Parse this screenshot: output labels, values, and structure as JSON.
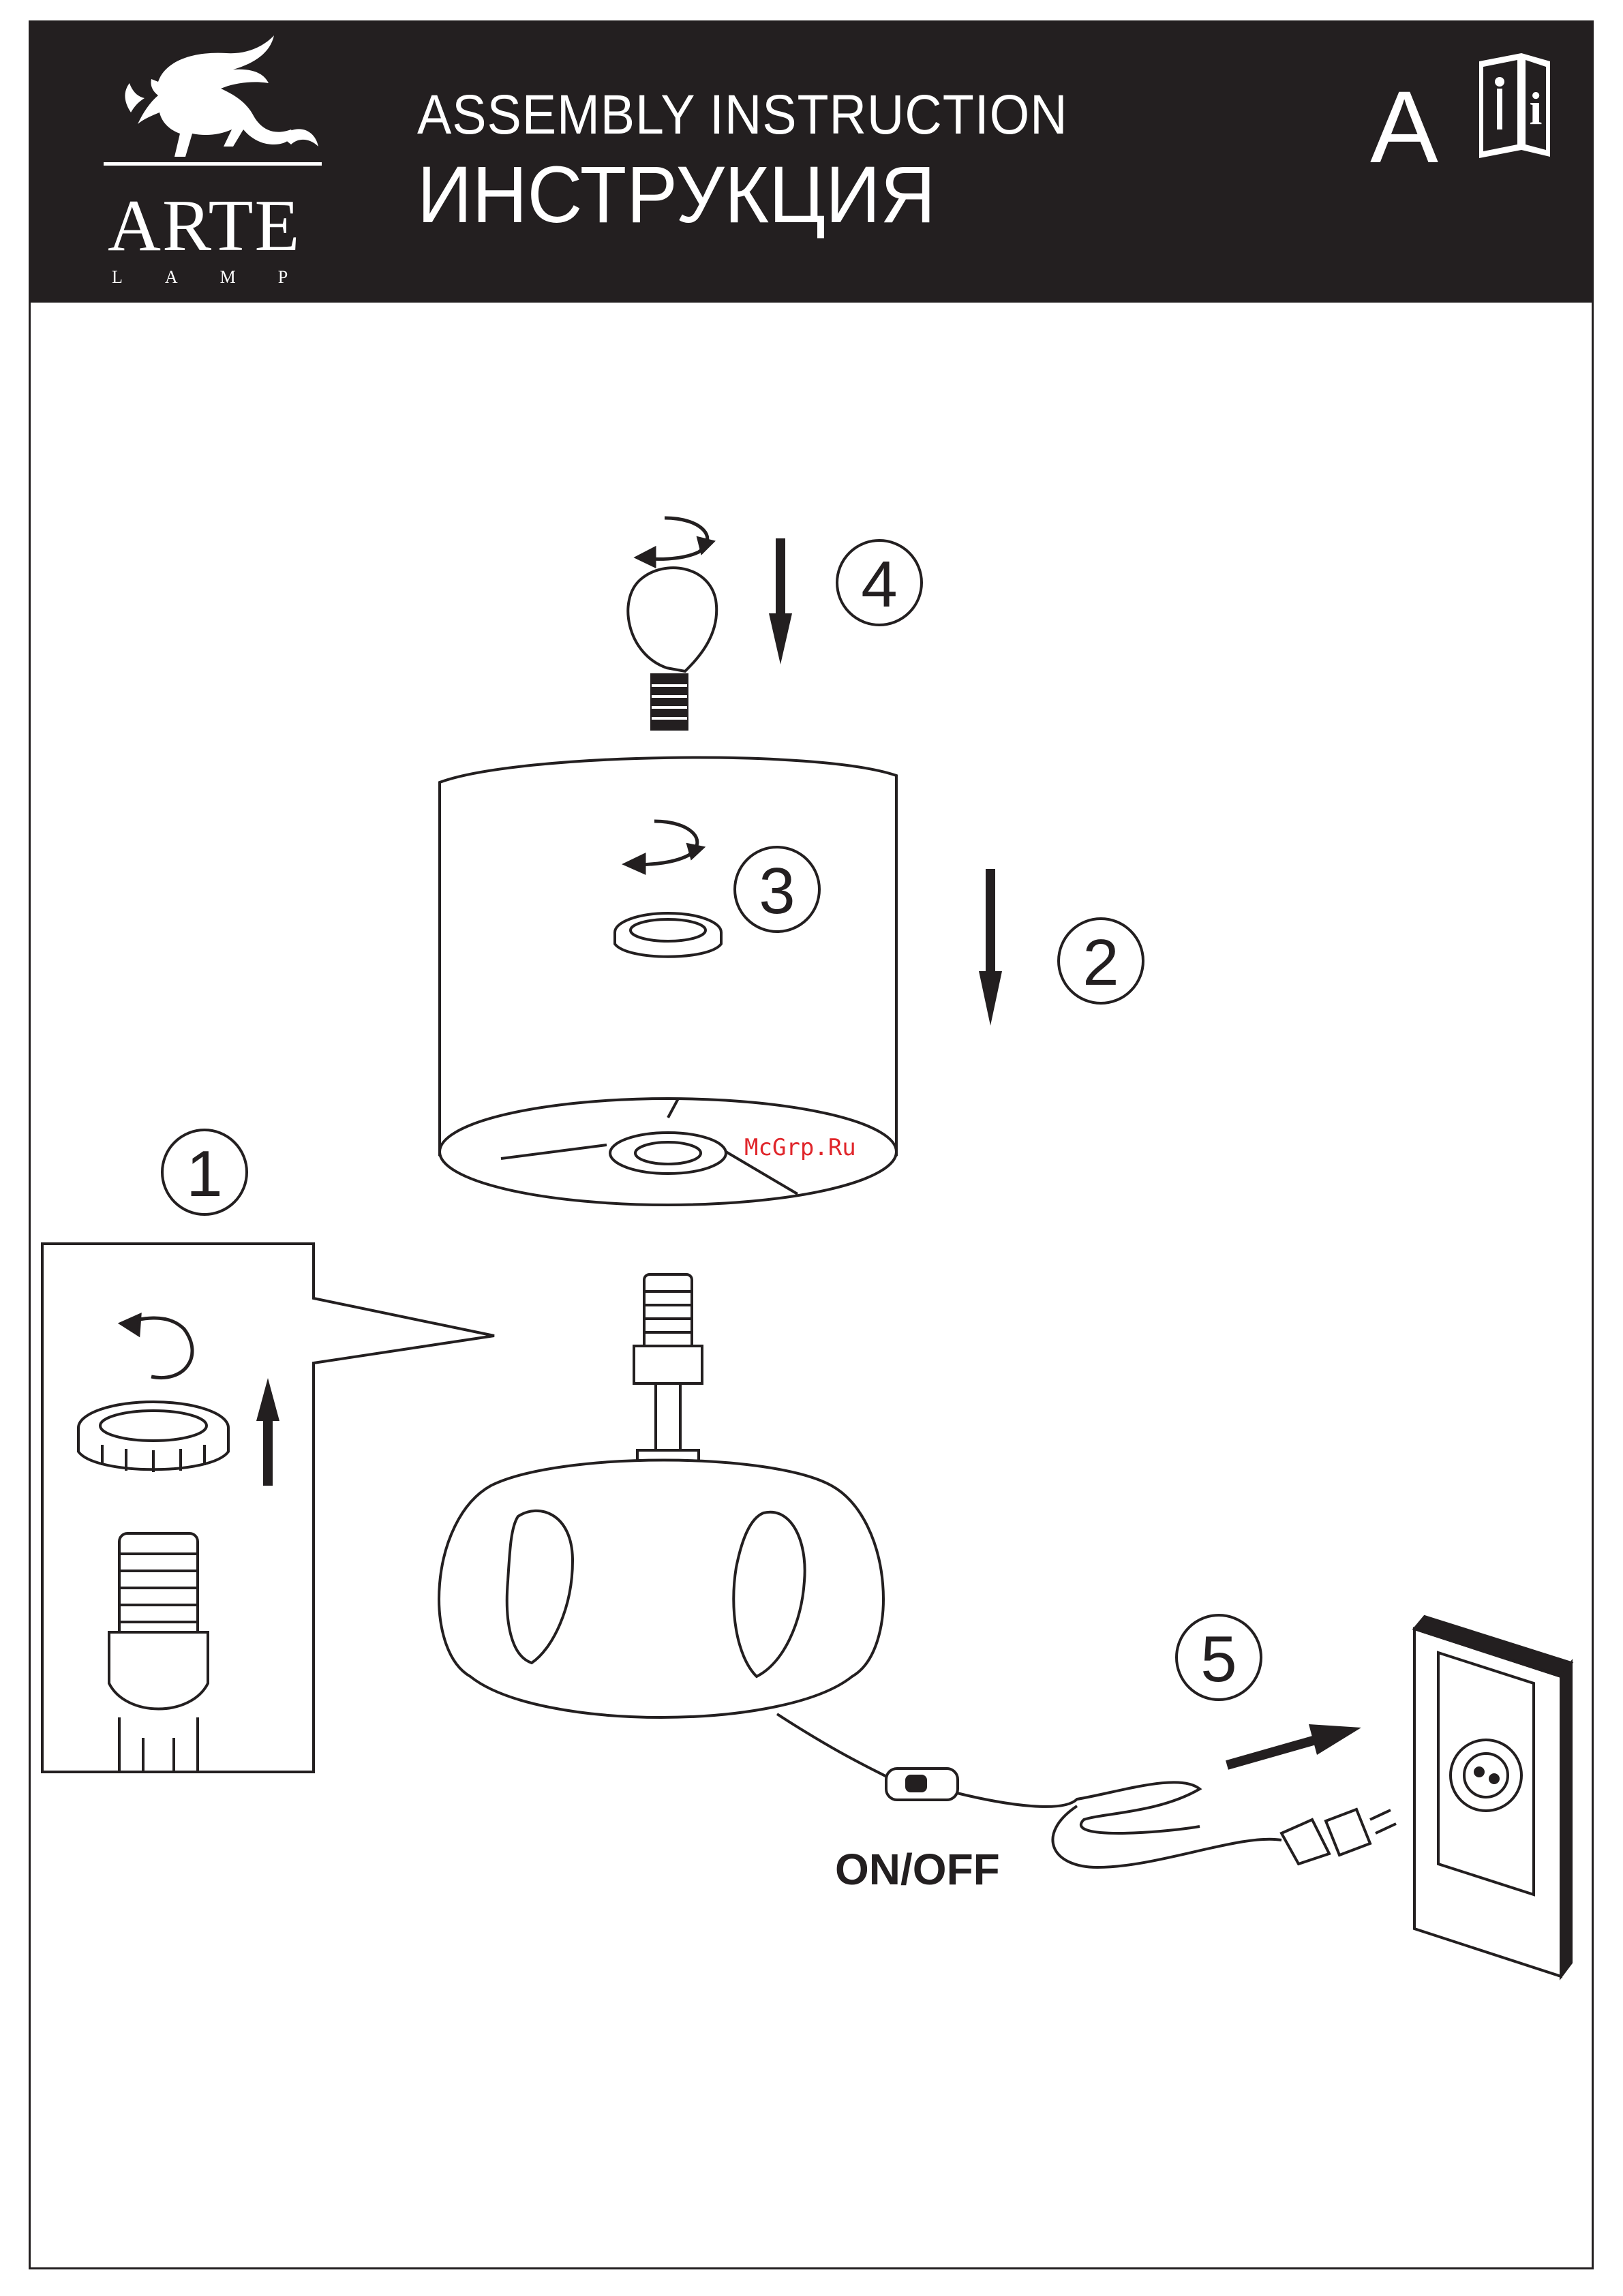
{
  "header": {
    "brand_name": "ARTE",
    "brand_sub": "LAMP",
    "title_en": "ASSEMBLY INSTRUCTION",
    "title_ru": "ИНСТРУКЦИЯ",
    "variant": "A",
    "info_glyph": "i"
  },
  "steps": {
    "step1": "1",
    "step2": "2",
    "step3": "3",
    "step4": "4",
    "step5": "5"
  },
  "labels": {
    "switch": "ON/OFF",
    "watermark": "McGrp.Ru"
  },
  "colors": {
    "ink": "#231f20",
    "paper": "#ffffff",
    "watermark": "#e0262b"
  },
  "icons": [
    "griffin-logo-icon",
    "manual-info-icon",
    "rotate-arrow-icon",
    "down-arrow-icon",
    "up-arrow-icon",
    "light-bulb-icon",
    "lock-ring-icon",
    "plug-icon",
    "wall-socket-icon"
  ]
}
